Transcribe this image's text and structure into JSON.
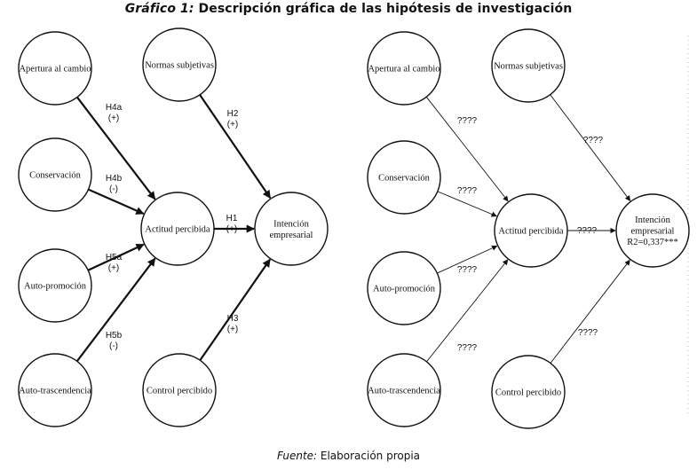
{
  "figure": {
    "title_number": "Gráfico 1:",
    "title_text": " Descripción gráfica de las hipótesis de investigación",
    "source_label": "Fuente:",
    "source_text": " Elaboración propia"
  },
  "left_diagram": {
    "nodes": {
      "apertura": [
        "Apertura al cambio"
      ],
      "conservacion": [
        "Conservación"
      ],
      "autopromocion": [
        "Auto-promoción"
      ],
      "autotrascendencia": [
        "Auto-trascendencia"
      ],
      "normas": [
        "Normas subjetivas"
      ],
      "actitud": [
        "Actitud percibida"
      ],
      "control": [
        "Control percibido"
      ],
      "intencion": [
        "Intención",
        "empresarial"
      ]
    },
    "edges": {
      "apertura_actitud": [
        "H4a",
        "(+)"
      ],
      "conservacion_actitud": [
        "H4b",
        "(-)"
      ],
      "autopromocion_actitud": [
        "H5a",
        "(+)"
      ],
      "autotrascendencia_actitud": [
        "H5b",
        "(-)"
      ],
      "normas_intencion": [
        "H2",
        "(+)"
      ],
      "actitud_intencion": [
        "H1",
        "(+)"
      ],
      "control_intencion": [
        "H3",
        "(+)"
      ]
    }
  },
  "right_diagram": {
    "nodes": {
      "apertura": [
        "Apertura al cambio"
      ],
      "conservacion": [
        "Conservación"
      ],
      "autopromocion": [
        "Auto-promoción"
      ],
      "autotrascendencia": [
        "Auto-trascendencia"
      ],
      "normas": [
        "Normas subjetivas"
      ],
      "actitud": [
        "Actitud percibida"
      ],
      "control": [
        "Control percibido"
      ],
      "intencion": [
        "Intención",
        "empresarial",
        "R2=0,337***"
      ]
    },
    "edges": {
      "apertura_actitud": [
        "????"
      ],
      "conservacion_actitud": [
        "????"
      ],
      "autopromocion_actitud": [
        "????"
      ],
      "autotrascendencia_actitud": [
        "????"
      ],
      "normas_intencion": [
        "????"
      ],
      "actitud_intencion": [
        "????"
      ],
      "control_intencion": [
        "????"
      ]
    }
  }
}
